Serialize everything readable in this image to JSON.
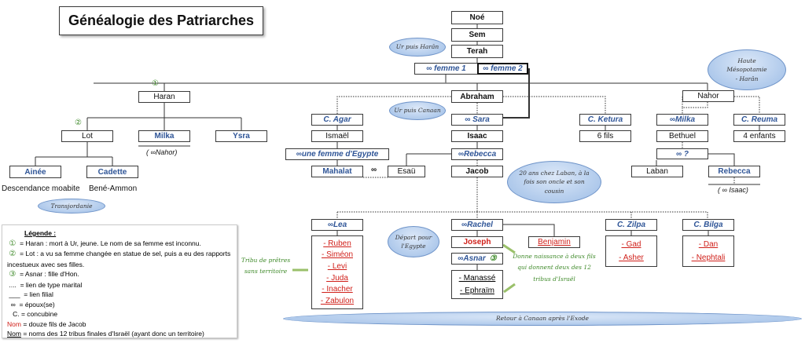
{
  "title": "Généalogie des Patriarches",
  "boxes": {
    "noe": "Noé",
    "sem": "Sem",
    "terah": "Terah",
    "femme1": "∞ femme 1",
    "femme2": "∞ femme 2",
    "haran": "Haran",
    "abraham": "Abraham",
    "nahor": "Nahor",
    "lot": "Lot",
    "milka": "Milka",
    "ysra": "Ysra",
    "milka_note": "( ∞Nahor)",
    "ainee": "Ainée",
    "cadette": "Cadette",
    "moab": "Descendance moabite",
    "ammon": "Bené-Ammon",
    "agar": "C. Agar",
    "ismael": "Ismaël",
    "femme_egypte": "∞une femme d'Egypte",
    "mahalat": "Mahalat",
    "mahalat_esau": "∞",
    "esau": "Esaü",
    "sara": "∞ Sara",
    "isaac": "Isaac",
    "rebecca": "∞Rebecca",
    "jacob": "Jacob",
    "ketura": "C. Ketura",
    "six_fils": "6 fils",
    "milka2": "∞Milka",
    "bethuel": "Bethuel",
    "inconnue": "∞ ?",
    "laban": "Laban",
    "rebecca2": "Rebecca",
    "isaac_note": "( ∞ Isaac)",
    "reuma": "C. Reuma",
    "quatre_enfants": "4 enfants",
    "lea": "∞Lea",
    "lea_sons": [
      "- Ruben",
      "- Siméon",
      "- Levi",
      "- Juda",
      "- Inacher",
      "- Zabulon"
    ],
    "rachel": "∞Rachel",
    "joseph": "Joseph",
    "benjamin": "Benjamin",
    "asnar": "∞Asnar",
    "asnar_num": "③",
    "joseph_sons": [
      "- Manassé",
      "- Ephraïm"
    ],
    "zilpa": "C. Zilpa",
    "zilpa_sons": [
      "- Gad",
      "- Asher"
    ],
    "bilga": "C. Bilga",
    "bilga_sons": [
      "- Dan",
      "- Nephtali"
    ]
  },
  "markers": {
    "haran": "①",
    "lot": "②"
  },
  "bubbles": {
    "ur_haran": "Ur puis Harân",
    "ur_canaan": "Ur puis Canaan",
    "laban": "20 ans chez Laban, à la fois son oncle et son cousin",
    "mesopotamie": "Haute Mésopotamie - Harân",
    "transjordanie": "Transjordanie",
    "egypte": "Départ pour l'Egypte",
    "exode": "Retour à Canaan après l'Exode"
  },
  "notes": {
    "levi": "Tribu de prêtres sans territoire",
    "joseph": "Donne naissance à deux fils qui donnent deux des 12 tribus d'Israël"
  },
  "legend": {
    "title": "Légende :",
    "items": [
      {
        "sym": "①",
        "text": "= Haran : mort à Ur, jeune. Le nom de sa femme est inconnu."
      },
      {
        "sym": "②",
        "text": "= Lot : a vu sa femme changée en statue de sel, puis a eu des rapports incestueux avec ses filles."
      },
      {
        "sym": "③",
        "text": "= Asnar : fille d'Hon."
      },
      {
        "sym": "....",
        "text": "= lien de type marital"
      },
      {
        "sym": "___",
        "text": "= lien filial"
      },
      {
        "sym": "∞",
        "text": "= époux(se)"
      },
      {
        "sym": "C.",
        "text": "= concubine"
      },
      {
        "sym": "Nom",
        "text": "= douze fils de Jacob"
      },
      {
        "sym": "Nom",
        "text": "= noms des 12 tribus finales d'Israël (ayant donc un territoire)"
      }
    ]
  },
  "colors": {
    "box_text": "#2f5597",
    "red": "#d0201a",
    "note_green": "#3f8a2a",
    "bubble": "#9dbde6"
  }
}
